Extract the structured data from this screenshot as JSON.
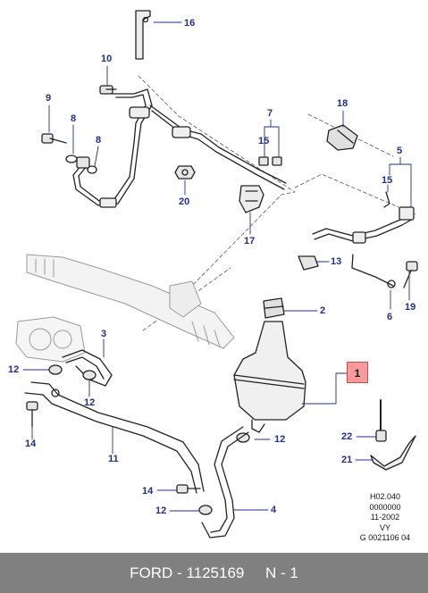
{
  "callouts": {
    "c16": "16",
    "c10": "10",
    "c9": "9",
    "c8a": "8",
    "c8b": "8",
    "c18": "18",
    "c7": "7",
    "c15a": "15",
    "c5": "5",
    "c15b": "15",
    "c20": "20",
    "c17": "17",
    "c13": "13",
    "c6": "6",
    "c19": "19",
    "c2": "2",
    "c1": "1",
    "c3": "3",
    "c12a": "12",
    "c12b": "12",
    "c12c": "12",
    "c12d": "12",
    "c14a": "14",
    "c14b": "14",
    "c11": "11",
    "c22": "22",
    "c21": "21",
    "c4": "4"
  },
  "drawing_ref": {
    "line1": "H02.040",
    "line2": "0000000",
    "line3": "11-2002",
    "line4": "VY",
    "line5": "G 0021106 04"
  },
  "footer": {
    "text": "FORD - 1125169     N - 1"
  },
  "colors": {
    "callout": "#1f2f8c",
    "highlight": "#ff9a9a",
    "footer_bg": "#808080",
    "line": "#222222"
  }
}
